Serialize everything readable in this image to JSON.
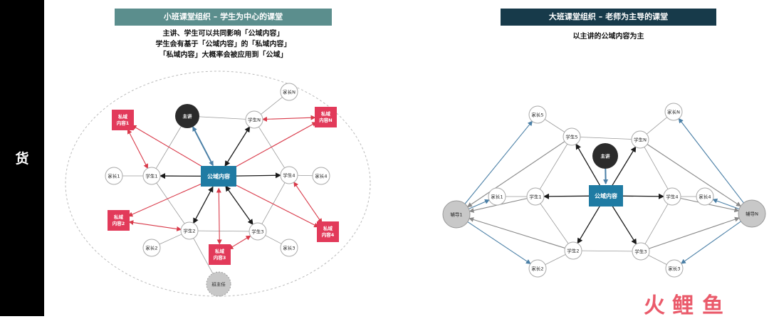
{
  "sidebar": {
    "label": "货"
  },
  "left": {
    "title": "小班课堂组织 – 学生为中心的课堂",
    "desc": [
      "主讲、学生可以共同影响「公域内容」",
      "学生会有基于「公域内容」的「私域内容」",
      "「私域内容」大概率会被应用到「公域」"
    ],
    "hub": "公域内容",
    "lecturer": "主讲",
    "teacher": "班主任",
    "students": [
      "学生1",
      "学生2",
      "学生3",
      "学生4",
      "学生N"
    ],
    "parents": [
      "家长1",
      "家长2",
      "家长3",
      "家长4",
      "家长N"
    ],
    "private": [
      [
        "私域",
        "内容1"
      ],
      [
        "私域",
        "内容2"
      ],
      [
        "私域",
        "内容3"
      ],
      [
        "私域",
        "内容4"
      ],
      [
        "私域",
        "内容N"
      ]
    ]
  },
  "right": {
    "title": "大班课堂组织 – 老师为主导的课堂",
    "desc": "以主讲的公域内容为主",
    "hub": "公域内容",
    "lecturer": "主讲",
    "students": [
      "学生1",
      "学生2",
      "学生3",
      "学生4",
      "学生5",
      "学生N"
    ],
    "parents": [
      "家长1",
      "家长2",
      "家长3",
      "家长4",
      "家长5",
      "家长N"
    ],
    "tutors": [
      "辅导1",
      "辅导N"
    ]
  },
  "watermark": [
    "火",
    "鲤",
    "鱼"
  ],
  "colors": {
    "hub": "#1f7ba3",
    "private": "#e23a5a",
    "lecturer": "#2b2b2b",
    "tutor": "#c8c8c8",
    "arrow_black": "#1a1a1a",
    "arrow_red": "#d93a4a",
    "arrow_blue": "#4a7fa6",
    "line_gray": "#9a9a9a",
    "left_title_bg": "#5b8e8d",
    "right_title_bg": "#173a4a",
    "sidebar_bg": "#000000"
  }
}
